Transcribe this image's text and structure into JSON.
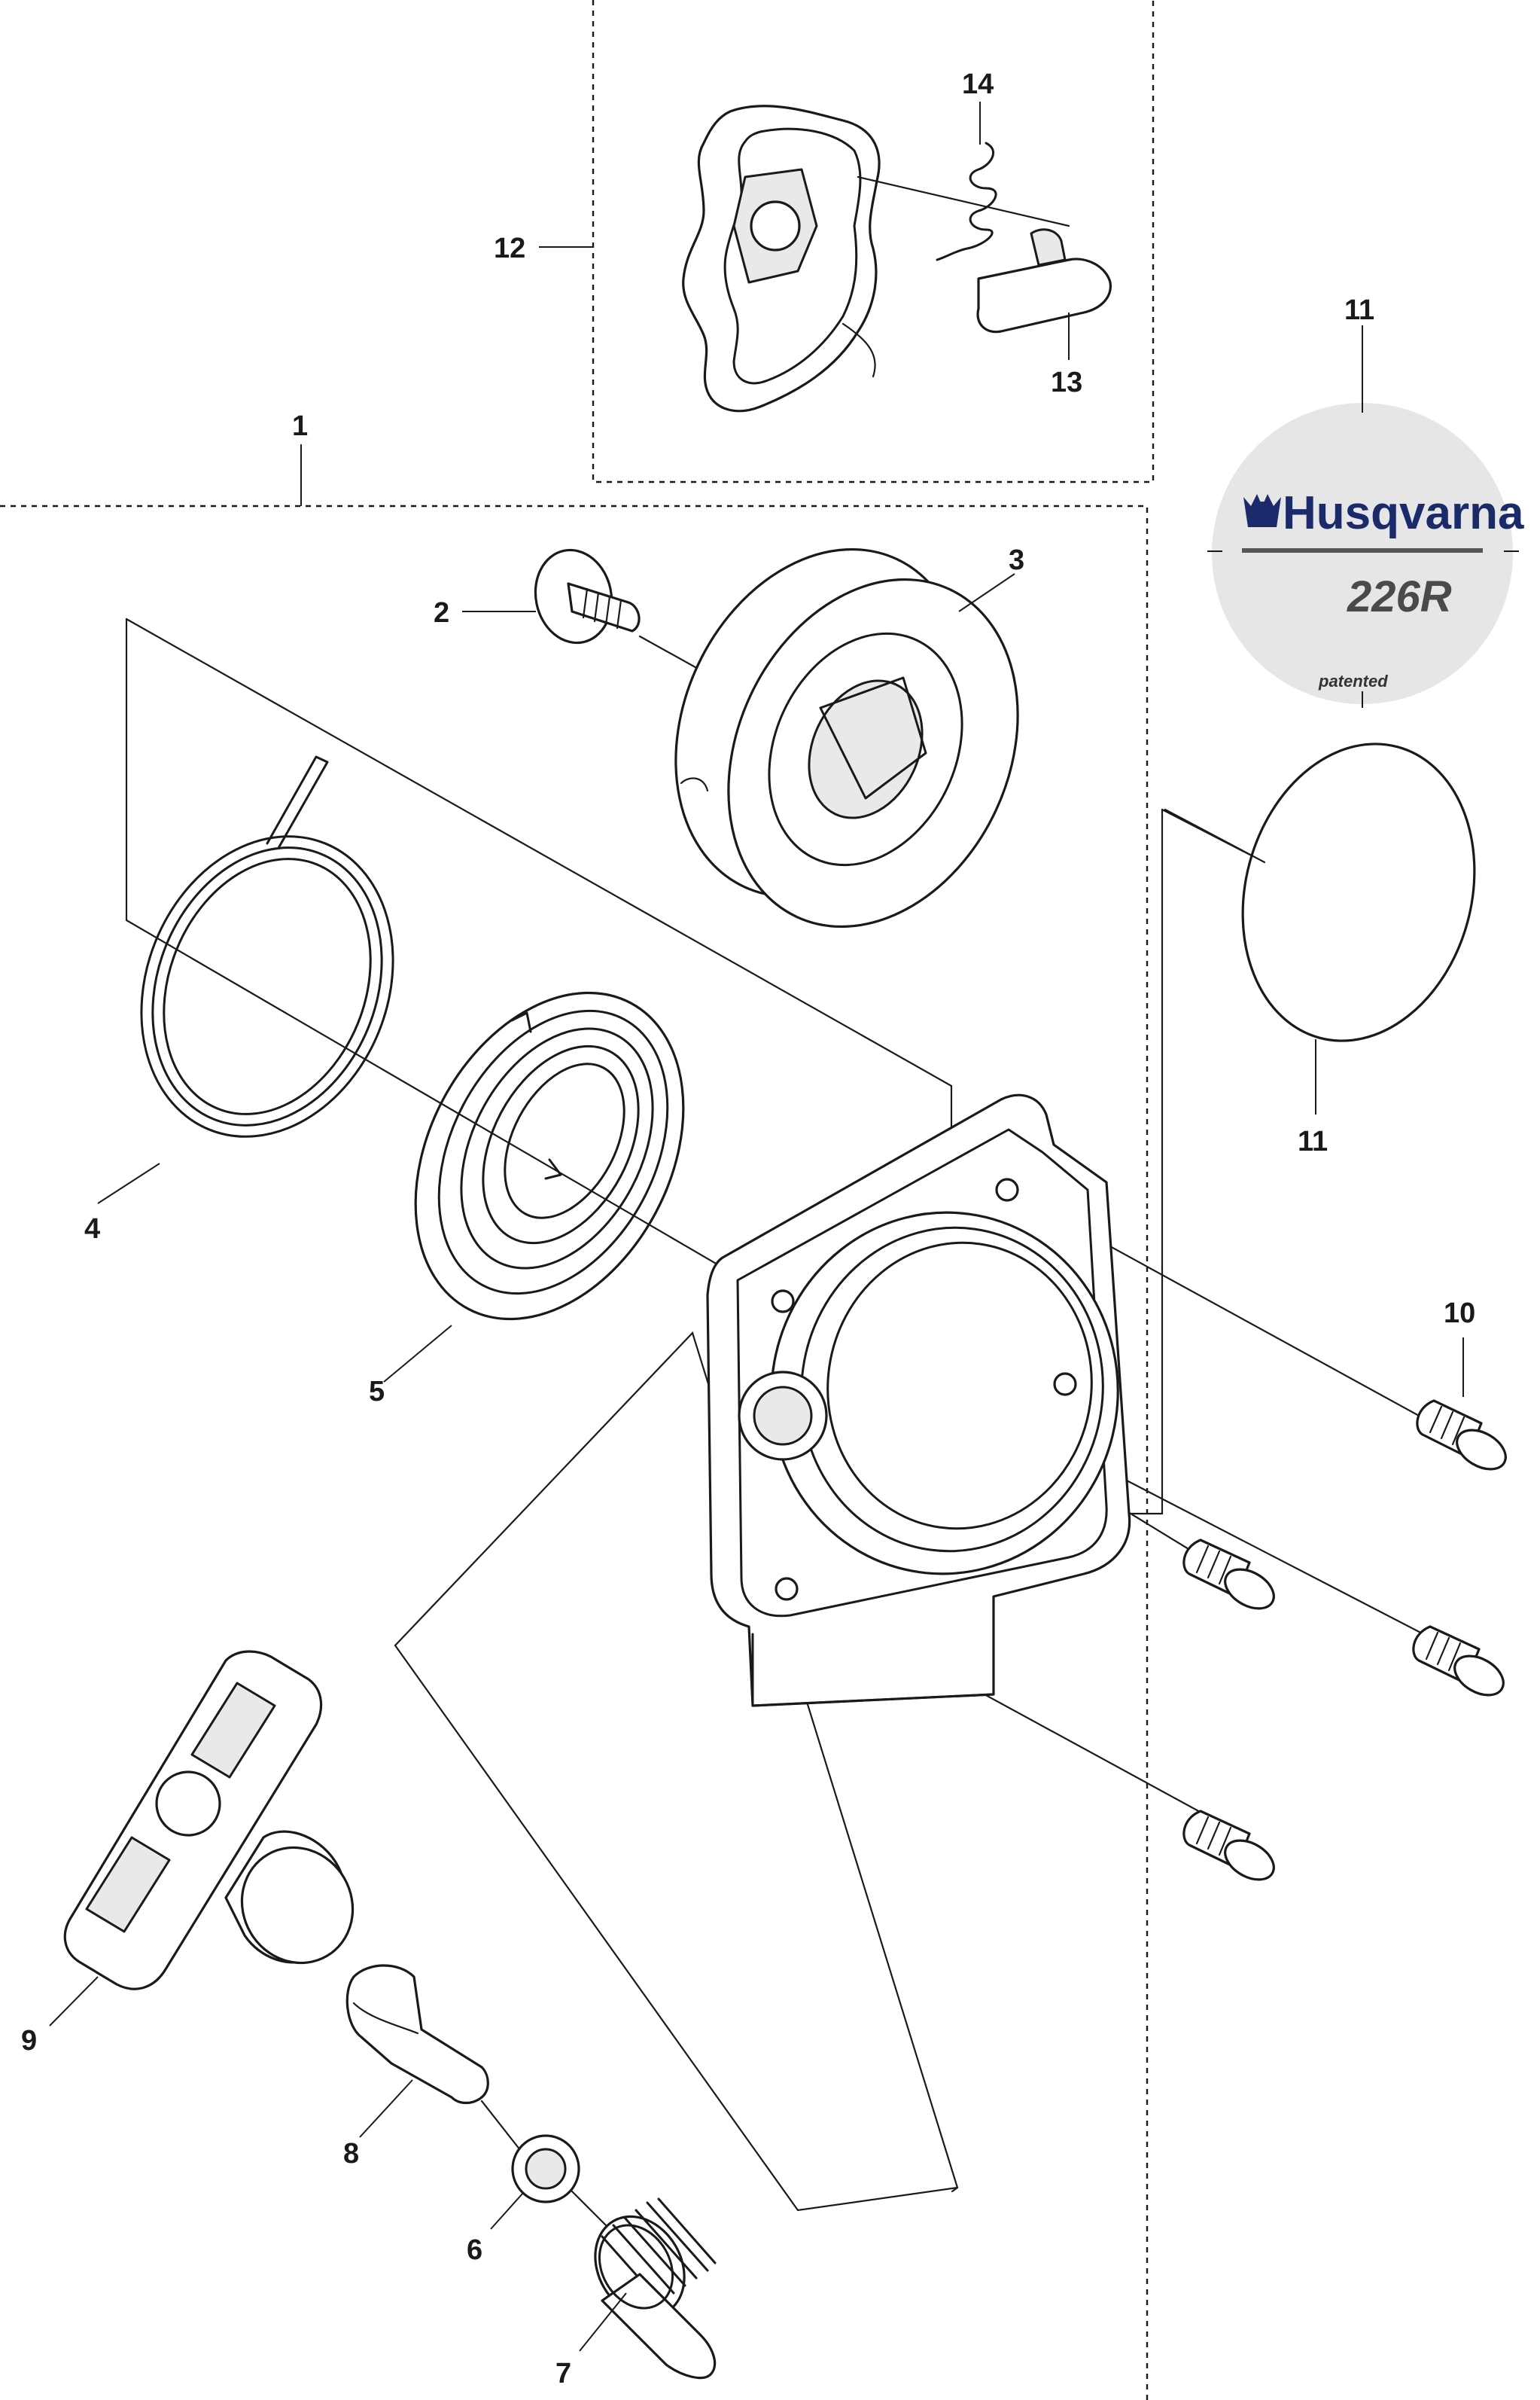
{
  "diagram": {
    "callouts": {
      "c1": "1",
      "c2": "2",
      "c3": "3",
      "c4": "4",
      "c5": "5",
      "c6": "6",
      "c7": "7",
      "c8": "8",
      "c9": "9",
      "c10": "10",
      "c11a": "11",
      "c11b": "11",
      "c12": "12",
      "c13": "13",
      "c14": "14"
    },
    "decal": {
      "brand": "Husqvarna",
      "model": "226R",
      "note": "patented"
    },
    "colors": {
      "ink": "#1a1a1a",
      "decal_background": "#e6e6e6",
      "brand_blue": "#1a2a6b"
    }
  }
}
